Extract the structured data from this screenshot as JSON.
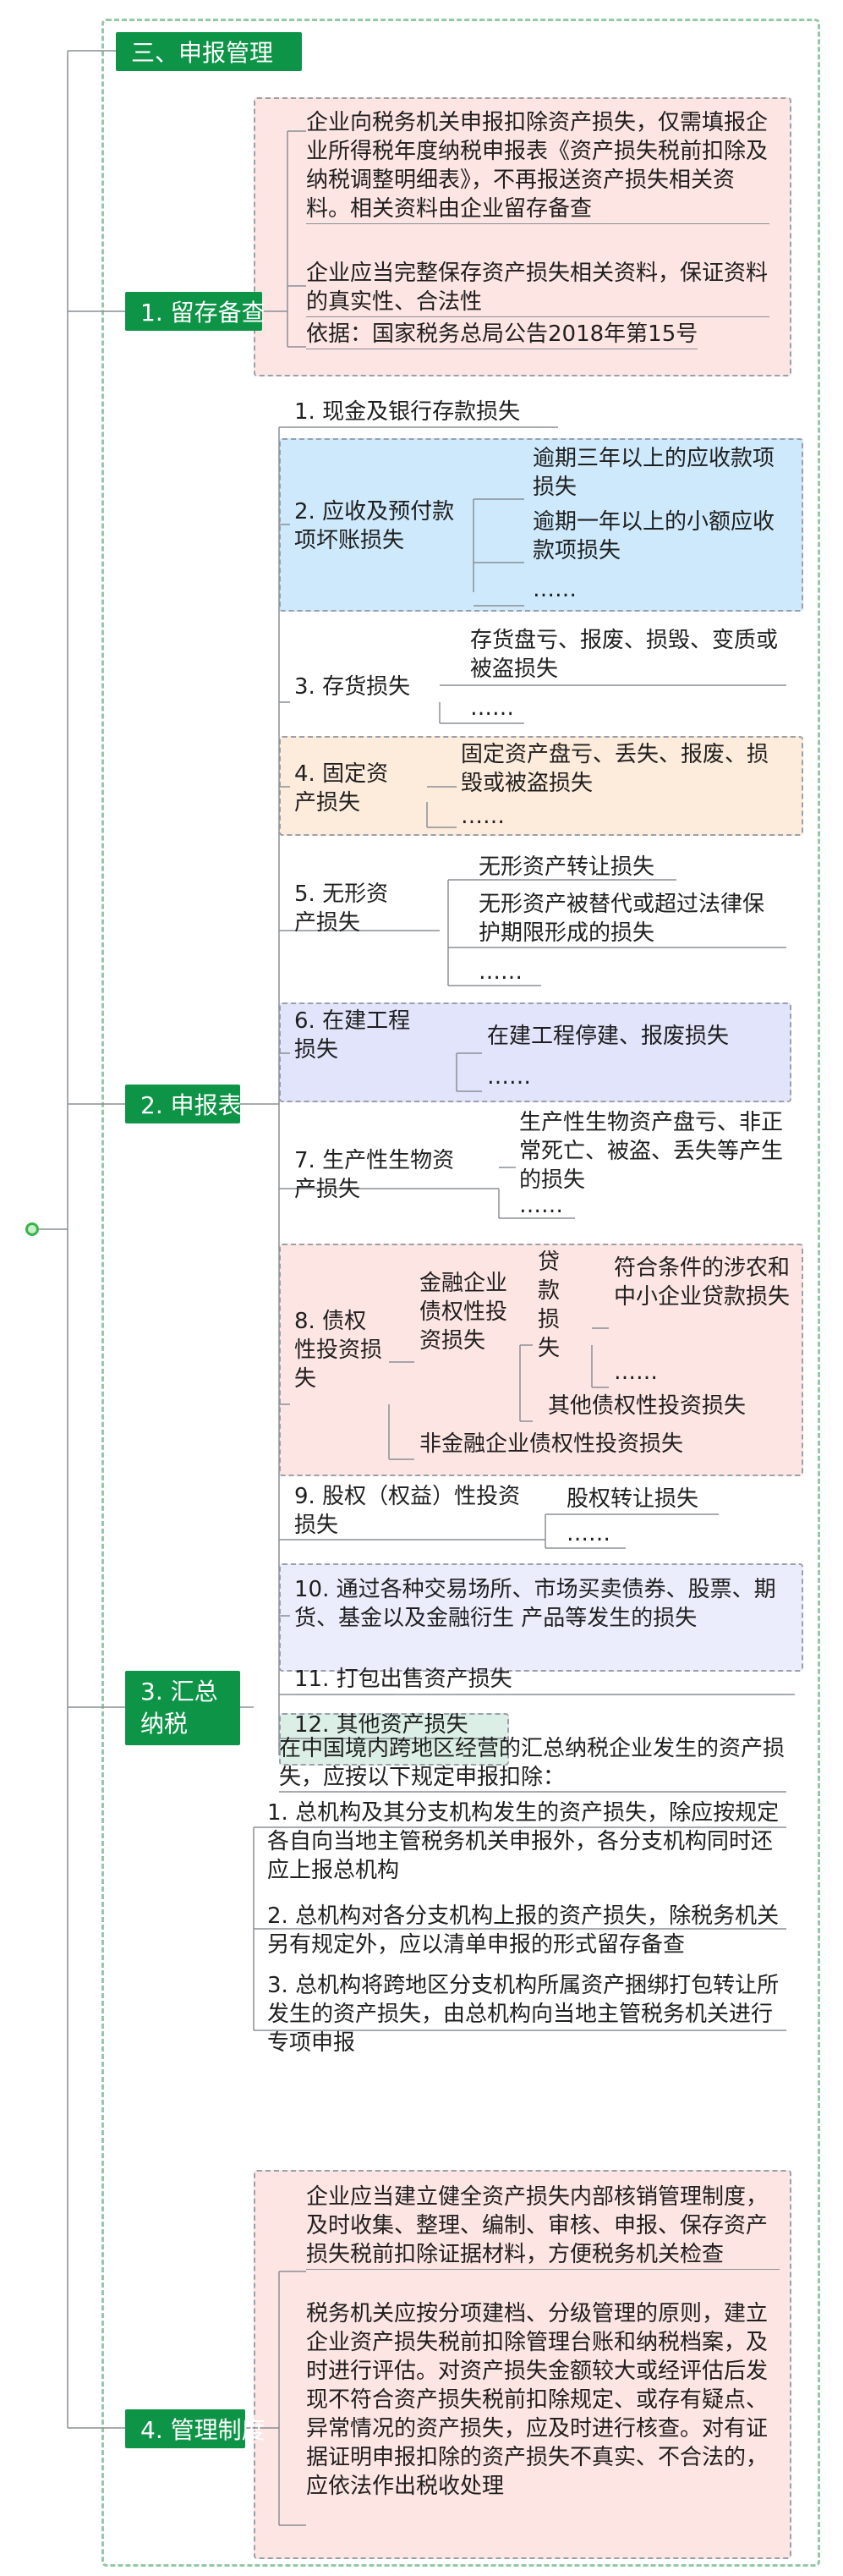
{
  "sections": {
    "s3_title": "三、申报管理",
    "retain": {
      "label": "1. 留存备查",
      "p1": "企业向税务机关申报扣除资产损失，仅需填报企业所得税年度纳税申报表《资产损失税前扣除及纳税调整明细表》，不再报送资产损失相关资料。相关资料由企业留存备查",
      "p2": "企业应当完整保存资产损失相关资料，保证资料的真实性、合法性",
      "p3": "依据：国家税务总局公告2018年第15号"
    },
    "report": {
      "label": "2. 申报表",
      "i1": "1. 现金及银行存款损失",
      "i2": {
        "label": "2. 应收及预付款项坏账损失",
        "c1": "逾期三年以上的应收款项损失",
        "c2": "逾期一年以上的小额应收款项损失",
        "c3": "……"
      },
      "i3": {
        "label": "3. 存货损失",
        "c1": "存货盘亏、报废、损毁、变质或被盗损失",
        "c2": "……"
      },
      "i4": {
        "label": "4. 固定资产损失",
        "c1": "固定资产盘亏、丢失、报废、损毁或被盗损失",
        "c2": "……"
      },
      "i5": {
        "label": "5. 无形资产损失",
        "c1": "无形资产转让损失",
        "c2": "无形资产被替代或超过法律保护期限形成的损失",
        "c3": "……"
      },
      "i6": {
        "label": "6. 在建工程损失",
        "c1": "在建工程停建、报废损失",
        "c2": "……"
      },
      "i7": {
        "label": "7. 生产性生物资产损失",
        "c1": "生产性生物资产盘亏、非正常死亡、被盗、丢失等产生的损失",
        "c2": "……"
      },
      "i8": {
        "label": "8. 债权性投资损失",
        "fin": "金融企业债权性投资损失",
        "loan": "贷款损失",
        "loan_c1": "符合条件的涉农和中小企业贷款损失",
        "loan_c2": "……",
        "other": "其他债权性投资损失",
        "nonfin": "非金融企业债权性投资损失"
      },
      "i9": {
        "label": "9. 股权（权益）性投资损失",
        "c1": "股权转让损失",
        "c2": "……"
      },
      "i10": "10. 通过各种交易场所、市场买卖债券、股票、期货、基金以及金融衍生 产品等发生的损失",
      "i11": "11. 打包出售资产损失",
      "i12": "12. 其他资产损失"
    },
    "summary": {
      "label": "3. 汇总纳税",
      "intro": "在中国境内跨地区经营的汇总纳税企业发生的资产损失，应按以下规定申报扣除：",
      "r1": "1. 总机构及其分支机构发生的资产损失，除应按规定各自向当地主管税务机关申报外，各分支机构同时还应上报总机构",
      "r2": "2. 总机构对各分支机构上报的资产损失，除税务机关另有规定外，应以清单申报的形式留存备查",
      "r3": "3. 总机构将跨地区分支机构所属资产捆绑打包转让所发生的资产损失，由总机构向当地主管税务机关进行专项申报"
    },
    "mgmt": {
      "label": "4. 管理制度",
      "p1": "企业应当建立健全资产损失内部核销管理制度，及时收集、整理、编制、审核、申报、保存资产损失税前扣除证据材料，方便税务机关检查",
      "p2": "税务机关应按分项建档、分级管理的原则，建立企业资产损失税前扣除管理台账和纳税档案，及时进行评估。对资产损失金额较大或经评估后发现不符合资产损失税前扣除规定、或存有疑点、异常情况的资产损失，应及时进行核查。对有证据证明申报扣除的资产损失不真实、不合法的，应依法作出税收处理"
    }
  }
}
